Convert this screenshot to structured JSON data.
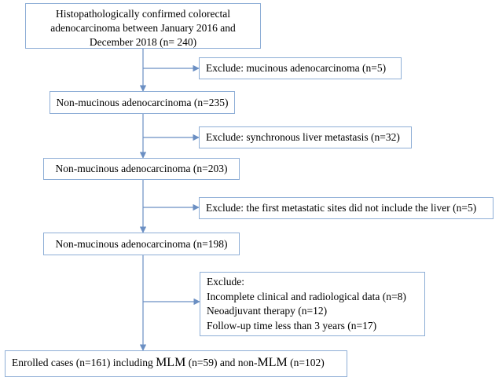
{
  "steps": [
    {
      "text": "Histopathologically confirmed colorectal adenocarcinoma between January 2016 and December 2018 (n= 240)"
    },
    {
      "text": "Non-mucinous adenocarcinoma (n=235)"
    },
    {
      "text": "Non-mucinous adenocarcinoma (n=203)"
    },
    {
      "text": "Non-mucinous adenocarcinoma (n=198)"
    }
  ],
  "exclusions": [
    {
      "text": "Exclude: mucinous adenocarcinoma (n=5)"
    },
    {
      "text": "Exclude: synchronous liver metastasis (n=32)"
    },
    {
      "text": "Exclude: the first metastatic sites did not include the liver (n=5)"
    },
    {
      "title": "Exclude:",
      "items": [
        "Incomplete clinical and radiological data (n=8)",
        "Neoadjuvant therapy (n=12)",
        "Follow-up time less than 3 years (n=17)"
      ]
    }
  ],
  "final": {
    "part1": "Enrolled cases (n=161) including ",
    "mlm1": "MLM",
    "part2": " (n=59) and non-",
    "mlm2": "MLM",
    "part3": " (n=102)"
  }
}
